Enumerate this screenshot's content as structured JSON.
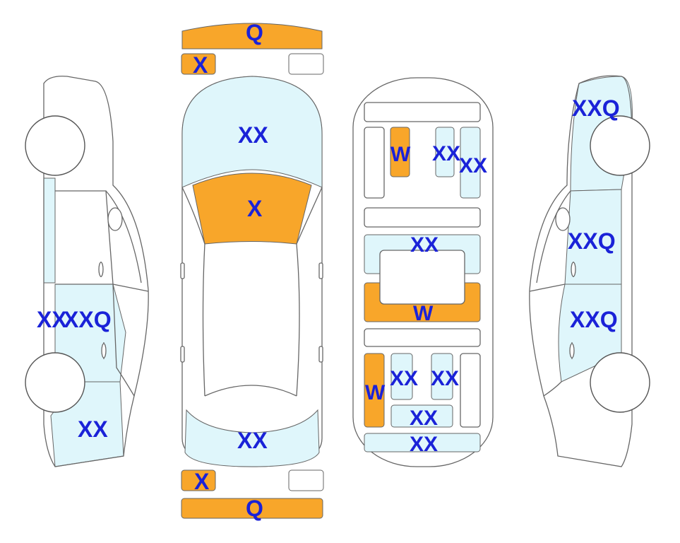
{
  "colors": {
    "minor": "#dff6fb",
    "major": "#f8a62a",
    "outline": "#666666",
    "label": "#1a22d8",
    "background": "#ffffff"
  },
  "labels": {
    "front_bumper": "Q",
    "front_left_lamp": "X",
    "front_right_lamp": "",
    "hood": "XX",
    "windshield": "X",
    "trunk": "XX",
    "rear_left_lamp": "X",
    "rear_right_lamp": "",
    "rear_bumper": "Q",
    "left_front_area": "XX",
    "left_doors": "XXQ",
    "left_rear_quarter": "XX",
    "right_front_fender": "XXQ",
    "right_front_door": "XXQ",
    "right_rear_door": "XXQ",
    "interior_dash_left": "W",
    "interior_dash_mid": "XX",
    "interior_dash_right": "XX",
    "interior_center_console": "XX",
    "interior_front_floor": "W",
    "interior_rear_left": "W",
    "interior_rear_seat_left": "XX",
    "interior_rear_seat_right": "XX",
    "interior_rear_center": "XX",
    "interior_trunk_floor": "XX"
  }
}
